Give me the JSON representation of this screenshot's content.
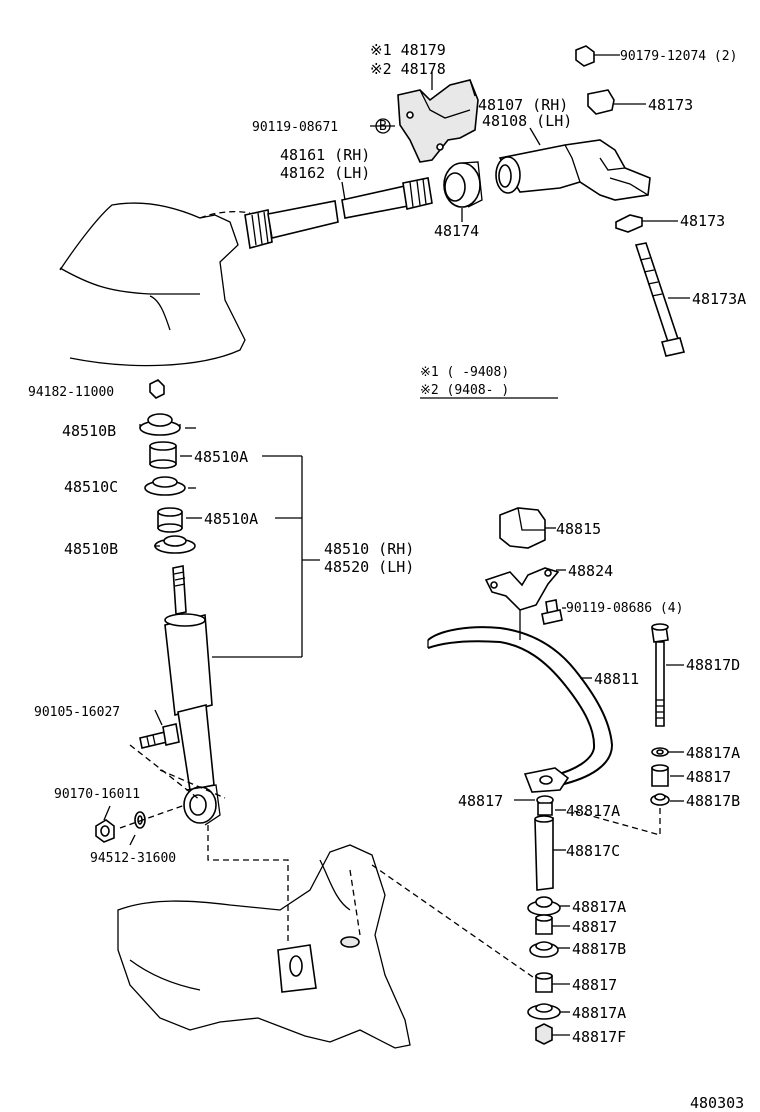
{
  "diagram_id": "480303",
  "labels": {
    "l48179": "※1 48179",
    "l48178": "※2 48178",
    "l90179": "90179-12074 (2)",
    "l48173a_top": "48173",
    "l48107": "48107 (RH)",
    "l48108": "48108 (LH)",
    "l90119a": "90119-08671",
    "circB": "B",
    "l48161": "48161 (RH)",
    "l48162": "48162 (LH)",
    "l48174": "48174",
    "l48173_mid": "48173",
    "l48173A": "48173A",
    "note1": "※1 (      -9408)",
    "note2": "※2 (9408-       )",
    "l94182": "94182-11000",
    "l48510B_1": "48510B",
    "l48510A_1": "48510A",
    "l48510C": "48510C",
    "l48510A_2": "48510A",
    "l48510B_2": "48510B",
    "l48510": "48510 (RH)",
    "l48520": "48520 (LH)",
    "l48815": "48815",
    "l48824": "48824",
    "l90119b": "90119-08686 (4)",
    "l48811": "48811",
    "l48817D": "48817D",
    "l90105": "90105-16027",
    "l48817A_r1": "48817A",
    "l48817_r1": "48817",
    "l48817B_r1": "48817B",
    "l90170": "90170-16011",
    "l48817_left": "48817",
    "l48817A_mid": "48817A",
    "l94512": "94512-31600",
    "l48817C": "48817C",
    "l48817A_b1": "48817A",
    "l48817_b1": "48817",
    "l48817B_b": "48817B",
    "l48817_b2": "48817",
    "l48817A_b2": "48817A",
    "l48817F": "48817F"
  }
}
